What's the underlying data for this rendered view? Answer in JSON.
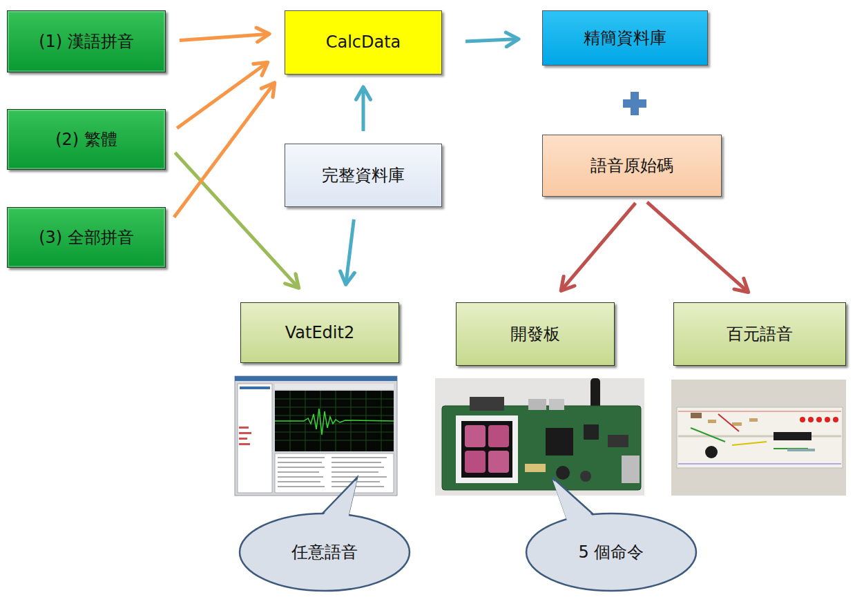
{
  "diagram": {
    "nodes": [
      {
        "text": [
          "(1) 漢語拼音"
        ]
      },
      {
        "text": [
          "CalcData"
        ]
      },
      {
        "text": [
          "精簡資料庫"
        ]
      },
      {
        "text": [
          "(2) 繁體"
        ]
      },
      {
        "text": [
          "完整資料庫"
        ]
      },
      {
        "text": [
          "語音原始碼"
        ]
      },
      {
        "text": [
          "(3) 全部拼音"
        ]
      },
      {
        "text": [
          "VatEdit2"
        ]
      },
      {
        "text": [
          "開發板"
        ]
      },
      {
        "text": [
          "百元語音"
        ]
      },
      {
        "text": [
          "任意語音"
        ]
      },
      {
        "text": [
          "5 個命令"
        ]
      }
    ],
    "edges": [
      {
        "from": 0,
        "to": 1,
        "arrow": "to"
      },
      {
        "from": 1,
        "to": 2,
        "arrow": "to"
      },
      {
        "from": 3,
        "to": 1,
        "arrow": "to"
      },
      {
        "from": 3,
        "to": 7,
        "arrow": "to"
      },
      {
        "from": 4,
        "to": 1,
        "arrow": "to"
      },
      {
        "from": 6,
        "to": 1,
        "arrow": "to"
      },
      {
        "from": 4,
        "to": 7,
        "arrow": "to"
      },
      {
        "from": 5,
        "to": 8,
        "arrow": "to"
      },
      {
        "from": 5,
        "to": 9,
        "arrow": "to"
      }
    ]
  }
}
